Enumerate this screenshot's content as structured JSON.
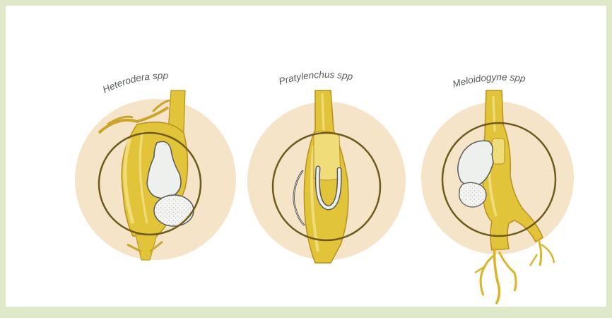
{
  "panels": [
    {
      "label": "Heterodera spp",
      "icon": "heterodera-cyst-nematode-icon"
    },
    {
      "label": "Pratylenchus spp",
      "icon": "pratylenchus-lesion-nematode-icon"
    },
    {
      "label": "Meloidogyne spp",
      "icon": "meloidogyne-root-knot-nematode-icon"
    }
  ],
  "colors": {
    "page_border": "#dfe8c8",
    "disc": "#f6e4c8",
    "root": "#e2c43a",
    "root_light": "#f0dd7a",
    "root_dark": "#b8901a",
    "ring": "#6e5a1c",
    "nematode": "#eef0ee"
  }
}
